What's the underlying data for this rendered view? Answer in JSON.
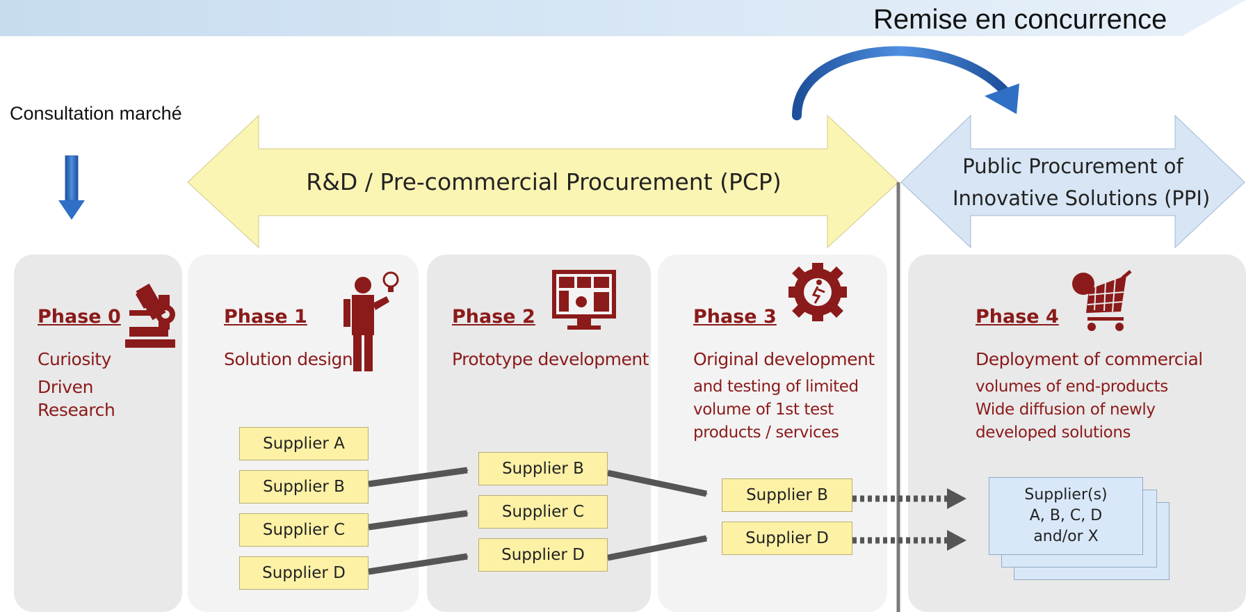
{
  "header": {
    "remise_label": "Remise en concurrence"
  },
  "consultation": {
    "label": "Consultation marché"
  },
  "bands": {
    "pcp": {
      "label": "R&D / Pre-commercial Procurement (PCP)",
      "color": "#fbf5b4"
    },
    "ppi": {
      "line1": "Public Procurement of",
      "line2": "Innovative Solutions (PPI)",
      "color": "#d7e5f4"
    }
  },
  "phases": [
    {
      "title": "Phase 0",
      "subtitle": "Curiosity",
      "description": "Driven\nResearch",
      "icon": "microscope-icon"
    },
    {
      "title": "Phase 1",
      "subtitle": "Solution design",
      "description": "",
      "icon": "person-lightbulb-icon"
    },
    {
      "title": "Phase 2",
      "subtitle": "Prototype development",
      "description": "",
      "icon": "monitor-dashboard-icon"
    },
    {
      "title": "Phase 3",
      "subtitle": "Original development",
      "description": "and testing of limited\nvolume of 1st test\nproducts / services",
      "icon": "gear-runner-icon"
    },
    {
      "title": "Phase 4",
      "subtitle": "Deployment of commercial",
      "description": "volumes of end-products\nWide diffusion of newly\ndeveloped solutions",
      "icon": "shopping-cart-icon"
    }
  ],
  "suppliers": {
    "phase1": [
      "Supplier A",
      "Supplier B",
      "Supplier C",
      "Supplier D"
    ],
    "phase2": [
      "Supplier B",
      "Supplier C",
      "Supplier D"
    ],
    "phase3": [
      "Supplier B",
      "Supplier D"
    ],
    "phase4": {
      "line1": "Supplier(s)",
      "line2": "A, B, C, D",
      "line3": "and/or X"
    }
  },
  "colors": {
    "accent": "#8b1a1a",
    "supplier_fill": "#fdf1a6",
    "arrow": "#555555",
    "blue_arrow": "#2f6fc6"
  }
}
